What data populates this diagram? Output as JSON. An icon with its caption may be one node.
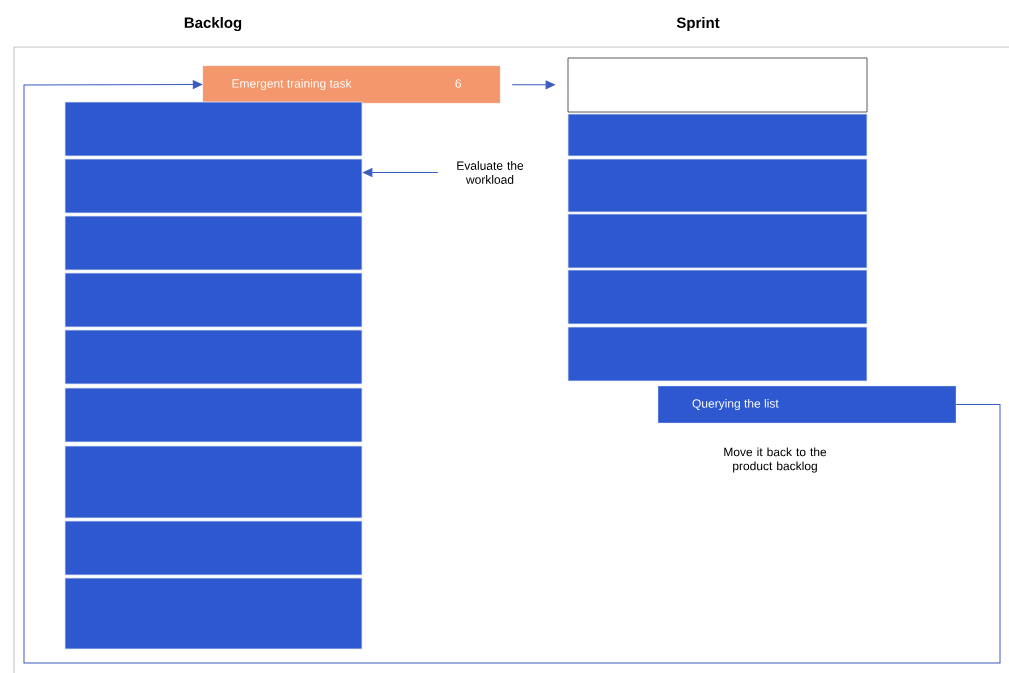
{
  "diagram": {
    "nodes": [
      {
        "text": [
          "Emergent training task",
          "6"
        ]
      },
      {
        "text": [],
        "shape": "box"
      },
      {
        "text": [],
        "shape": "box"
      },
      {
        "text": [],
        "shape": "box"
      },
      {
        "text": [],
        "shape": "box"
      },
      {
        "text": [],
        "shape": "box"
      },
      {
        "text": [],
        "shape": "box"
      },
      {
        "text": [],
        "shape": "box"
      },
      {
        "text": [],
        "shape": "box"
      },
      {
        "text": [],
        "shape": "box"
      },
      {
        "text": [],
        "shape": "box"
      },
      {
        "text": [],
        "shape": "box"
      },
      {
        "text": [],
        "shape": "box"
      },
      {
        "text": [],
        "shape": "box"
      },
      {
        "text": [],
        "shape": "box"
      },
      {
        "text": [],
        "shape": "box"
      },
      {
        "text": [
          "Querying the list"
        ]
      },
      {
        "text": [
          "Evaluate the workload"
        ]
      }
    ],
    "edges": [
      {
        "from": 0,
        "to": 10,
        "arrow": "to"
      },
      {
        "from": 17,
        "to": 2,
        "arrow": "to"
      },
      {
        "from": 16,
        "to": 0,
        "arrow": "to"
      }
    ],
    "labels": [
      "Backlog",
      "Sprint",
      "Move it back to the product backlog"
    ]
  }
}
